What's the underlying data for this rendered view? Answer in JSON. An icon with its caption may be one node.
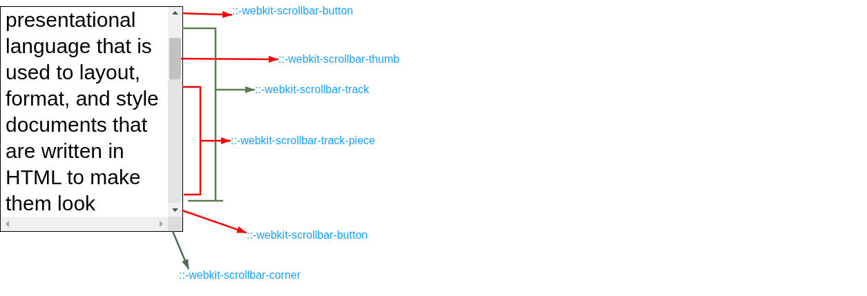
{
  "diagram": {
    "nodes": [
      {
        "text": [
          "presentational language that is used to layout, format, and style documents that are written in HTML to make them look"
        ]
      },
      {
        "text": [],
        "shape": "box",
        "in": 0
      },
      {
        "text": [],
        "shape": "bar",
        "in": 0
      },
      {
        "text": [],
        "shape": "bar",
        "in": 2
      },
      {
        "text": [],
        "shape": "bar",
        "in": 2
      },
      {
        "text": [],
        "shape": "box",
        "in": 0
      },
      {
        "text": [],
        "shape": "box",
        "in": 0
      },
      {
        "text": [
          "::-webkit-scrollbar-button"
        ]
      },
      {
        "text": [
          "::-webkit-scrollbar-thumb"
        ]
      },
      {
        "text": [
          "::-webkit-scrollbar-track"
        ]
      },
      {
        "text": [
          "::-webkit-scrollbar-track-piece"
        ]
      },
      {
        "text": [
          "::-webkit-scrollbar-button"
        ]
      },
      {
        "text": [
          "::-webkit-scrollbar-corner"
        ]
      }
    ],
    "edges": [
      {
        "from": 1,
        "to": 7,
        "arrow": "to"
      },
      {
        "from": 3,
        "to": 8,
        "arrow": "to"
      },
      {
        "from": 2,
        "to": 9,
        "arrow": "to",
        "color": "#5a7d50"
      },
      {
        "from": 4,
        "to": 10,
        "arrow": "to"
      },
      {
        "from": 5,
        "to": 11,
        "arrow": "to"
      },
      {
        "from": 6,
        "to": 12,
        "arrow": "to",
        "color": "#4e6b4e"
      }
    ]
  }
}
